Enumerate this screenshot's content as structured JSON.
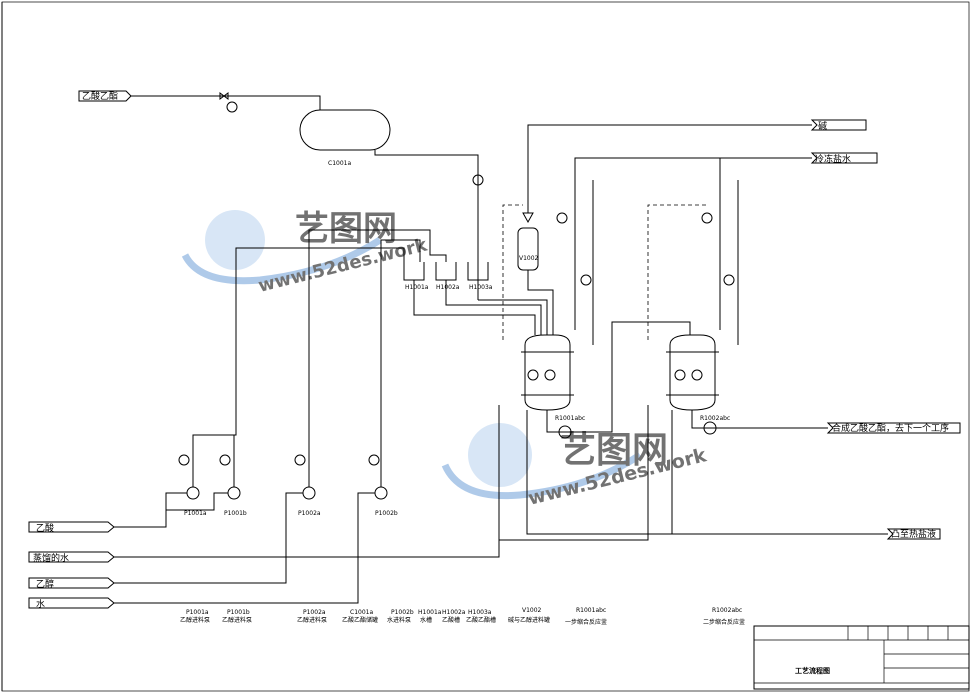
{
  "inputs": {
    "ethyl_acetate": "乙酸乙酯",
    "acetic_acid": "乙酸",
    "distilled_water": "蒸馏的水",
    "ethanol": "乙醇",
    "water": "水",
    "alkali": "碱",
    "chilled_brine": "冷冻盐水"
  },
  "outputs": {
    "product": "合成乙酸乙酯，去下一个工序",
    "hot_water": "凸至热盐液"
  },
  "tags": {
    "c1001a": "C1001a",
    "v1002": "V1002",
    "h1001a": "H1001a",
    "h1002a": "H1002a",
    "h1003a": "H1003a",
    "r1001": "R1001abc",
    "r1002": "R1002abc",
    "p1001a": "P1001a",
    "p1001b": "P1001b",
    "p1002a": "P1002a",
    "p1002b": "P1002b"
  },
  "legend": [
    {
      "tag": "P1001a",
      "desc": "乙醇进料泵"
    },
    {
      "tag": "P1001b",
      "desc": "乙醇进料泵"
    },
    {
      "tag": "P1002a",
      "desc": "乙醇进料泵"
    },
    {
      "tag": "C1001a",
      "desc": "乙酸乙酯储罐"
    },
    {
      "tag": "P1002b",
      "desc": "水进料泵"
    },
    {
      "tag": "H1001a",
      "desc": "水槽"
    },
    {
      "tag": "H1002a",
      "desc": "乙酸槽"
    },
    {
      "tag": "H1003a",
      "desc": "乙酸乙酯槽"
    },
    {
      "tag": "V1002",
      "desc": "碱与乙醇进料罐"
    },
    {
      "tag": "R1001abc",
      "desc": "一步缩合反应釜"
    },
    {
      "tag": "R1002abc",
      "desc": "二步缩合反应釜"
    }
  ],
  "title_block": {
    "drawing_title": "工艺流程图"
  },
  "watermark": {
    "brand": "艺图网",
    "url": "www.52des.work"
  }
}
